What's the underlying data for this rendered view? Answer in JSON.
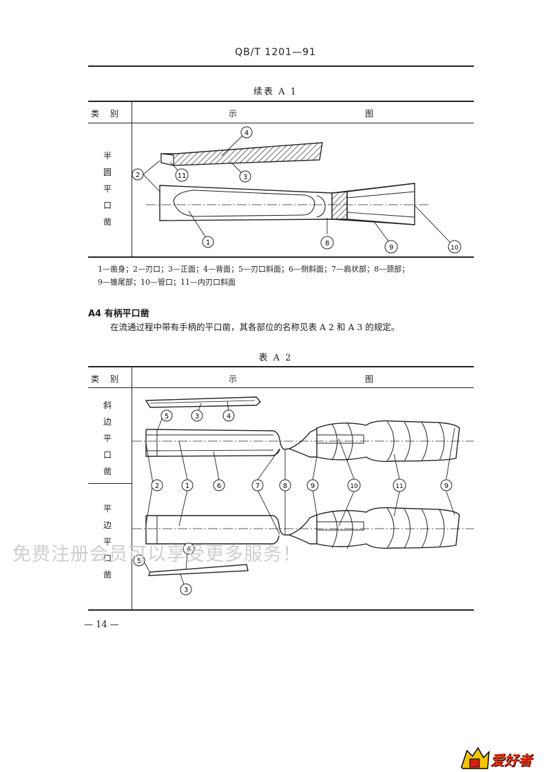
{
  "header": {
    "doc_code": "QB/T 1201—91"
  },
  "table_a1": {
    "caption": "续表  A 1",
    "col_category": "类  别",
    "col_diagram_1": "示",
    "col_diagram_2": "图",
    "category": "半圆平口凿",
    "callouts": [
      "4",
      "2",
      "11",
      "3",
      "1",
      "8",
      "9",
      "10"
    ],
    "legend_line1": "1—凿身；2—刃口；3—正面；4—背面；5—刃口斜面；6—侧斜面；7—肩状部；8—颈部；",
    "legend_line2": "9—锥尾部；10—管口；11—内刃口斜面"
  },
  "section_a4": {
    "heading": "A4  有柄平口凿",
    "paragraph": "在流通过程中带有手柄的平口凿，其各部位的名称见表 A 2 和 A 3 的规定。"
  },
  "table_a2": {
    "caption": "表  A 2",
    "col_category": "类  别",
    "col_diagram_1": "示",
    "col_diagram_2": "图",
    "category_1": "斜边平口凿",
    "category_2": "平边平口凿",
    "callouts_top": [
      "5",
      "3",
      "4"
    ],
    "callouts_mid": [
      "2",
      "1",
      "6",
      "7",
      "8",
      "9",
      "10",
      "11",
      "9"
    ],
    "callouts_bottom": [
      "5",
      "4",
      "3"
    ]
  },
  "footer": {
    "page_number": "— 14 —"
  },
  "watermark": "免费注册会员可以享受更多服务！",
  "logo_text": "爱好者"
}
